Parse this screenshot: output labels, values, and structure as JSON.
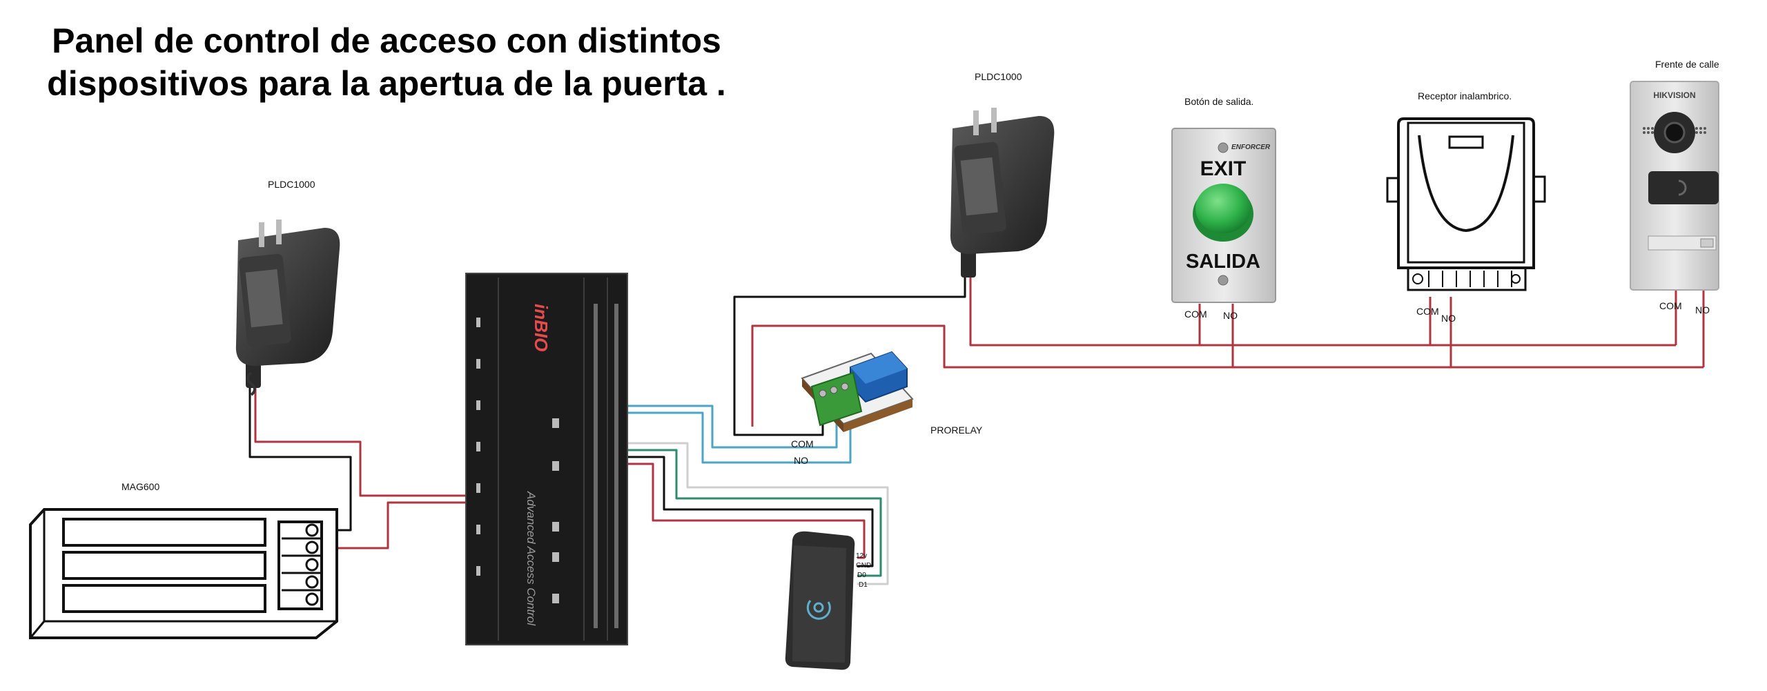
{
  "title": {
    "line1": "Panel de control de acceso con distintos",
    "line2": "dispositivos para la apertua de la puerta ."
  },
  "labels": {
    "pldc_left": "PLDC1000",
    "pldc_right": "PLDC1000",
    "mag": "MAG600",
    "prorelay": "PRORELAY",
    "exit_button": "Botón de salida.",
    "wireless_receiver": "Receptor inalambrico.",
    "street_panel": "Frente de calle",
    "relay_com": "COM",
    "relay_no": "NO",
    "exit_com": "COM",
    "exit_no": "NO",
    "rx_com": "COM",
    "rx_no": "NO",
    "street_com": "COM",
    "street_no": "NO",
    "reader_12v": "12v",
    "reader_gnd": "GND",
    "reader_d0": "D0",
    "reader_d1": "D1"
  },
  "device_text": {
    "exit_brand": "ENFORCER",
    "exit_main": "EXIT",
    "exit_sub": "SALIDA",
    "panel_brand": "inBIO",
    "panel_caption": "Advanced Access Control",
    "intercom_brand": "HIKVISION"
  },
  "colors": {
    "wire_red": "#b0353f",
    "wire_black": "#111111",
    "wire_blue": "#4aa6c4",
    "wire_green": "#2e8b6b",
    "wire_gray": "#cfcfcf",
    "relay_green": "#3a9a3a",
    "relay_blue": "#1f5fb0",
    "exit_green": "#2fb24a",
    "panel_black": "#1b1b1b"
  }
}
